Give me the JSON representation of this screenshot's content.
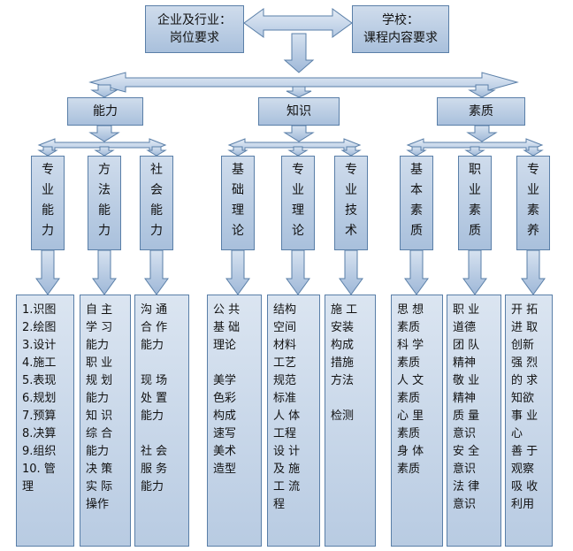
{
  "top": {
    "left": [
      "企业及行业：",
      "岗位要求"
    ],
    "right": [
      "学校：",
      "课程内容要求"
    ]
  },
  "categories": [
    {
      "label": "能力",
      "columns": [
        {
          "label": "专业能力",
          "items": [
            "1.识图",
            "2.绘图",
            "3.设计",
            "4.施工",
            "5.表现",
            "6.规划",
            "7.预算",
            "8.决算",
            "9.组织",
            "10. 管",
            "理"
          ]
        },
        {
          "label": "方法能力",
          "items": [
            "自 主",
            "学 习",
            "能力",
            "职 业",
            "规 划",
            "能力",
            "知 识",
            "综 合",
            "能力",
            "决 策",
            "实 际",
            "操作"
          ]
        },
        {
          "label": "社会能力",
          "items": [
            "沟 通",
            "合 作",
            "能力",
            "",
            "现 场",
            "处 置",
            "能力",
            "",
            "社 会",
            "服 务",
            "能力"
          ]
        }
      ]
    },
    {
      "label": "知识",
      "columns": [
        {
          "label": "基础理论",
          "items": [
            "公 共",
            "基 础",
            "理论",
            "",
            "美学",
            "色彩",
            "构成",
            "速写",
            "美术",
            "造型"
          ]
        },
        {
          "label": "专业理论",
          "items": [
            "结构",
            "空间",
            "材料",
            "工艺",
            "规范",
            "标准",
            "人 体",
            "工程",
            "设 计",
            "及 施",
            "工 流",
            "程"
          ]
        },
        {
          "label": "专业技术",
          "items": [
            "施 工",
            "安装",
            "构成",
            "措施",
            "方法",
            "",
            "检测"
          ]
        }
      ]
    },
    {
      "label": "素质",
      "columns": [
        {
          "label": "基本素质",
          "items": [
            "思 想",
            "素质",
            "科 学",
            "素质",
            "人 文",
            "素质",
            "心 里",
            "素质",
            "身 体",
            "素质"
          ]
        },
        {
          "label": "职业素质",
          "items": [
            "职 业",
            "道德",
            "团 队",
            "精神",
            "敬 业",
            "精神",
            "质 量",
            "意识",
            "安 全",
            "意识",
            "法 律",
            "意识"
          ]
        },
        {
          "label": "专业素养",
          "items": [
            "开 拓",
            "进 取",
            "创新",
            "强 烈",
            "的 求",
            "知欲",
            "事 业",
            "心",
            "善 于",
            "观察",
            "吸 收",
            "利用"
          ]
        }
      ]
    }
  ]
}
